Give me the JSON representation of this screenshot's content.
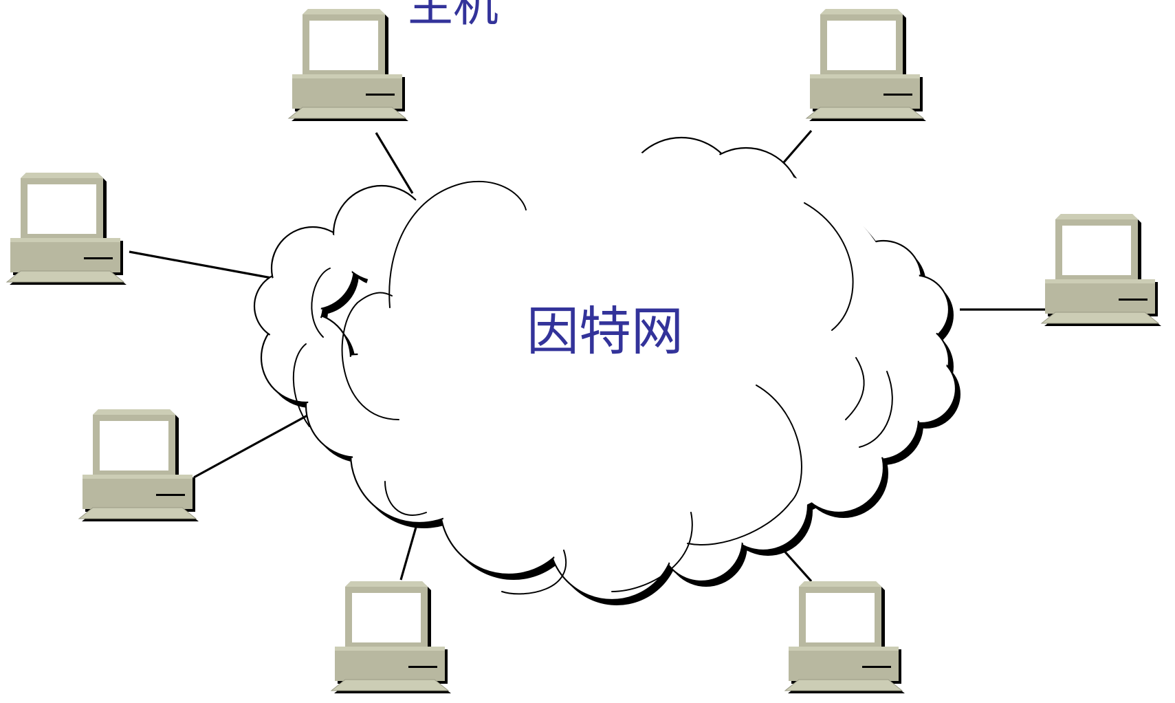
{
  "diagram": {
    "cloud_label": "因特网",
    "host_label": "主机",
    "colors": {
      "label": "#33339a",
      "computer_body": "#b8b8a0",
      "computer_light": "#cccdb5",
      "screen": "#ffffff",
      "outline": "#000000"
    },
    "nodes": [
      {
        "name": "host-computer-top-left"
      },
      {
        "name": "host-computer-top-right"
      },
      {
        "name": "host-computer-left"
      },
      {
        "name": "host-computer-right"
      },
      {
        "name": "host-computer-lower-left"
      },
      {
        "name": "host-computer-bottom-left"
      },
      {
        "name": "host-computer-bottom-right"
      }
    ]
  }
}
